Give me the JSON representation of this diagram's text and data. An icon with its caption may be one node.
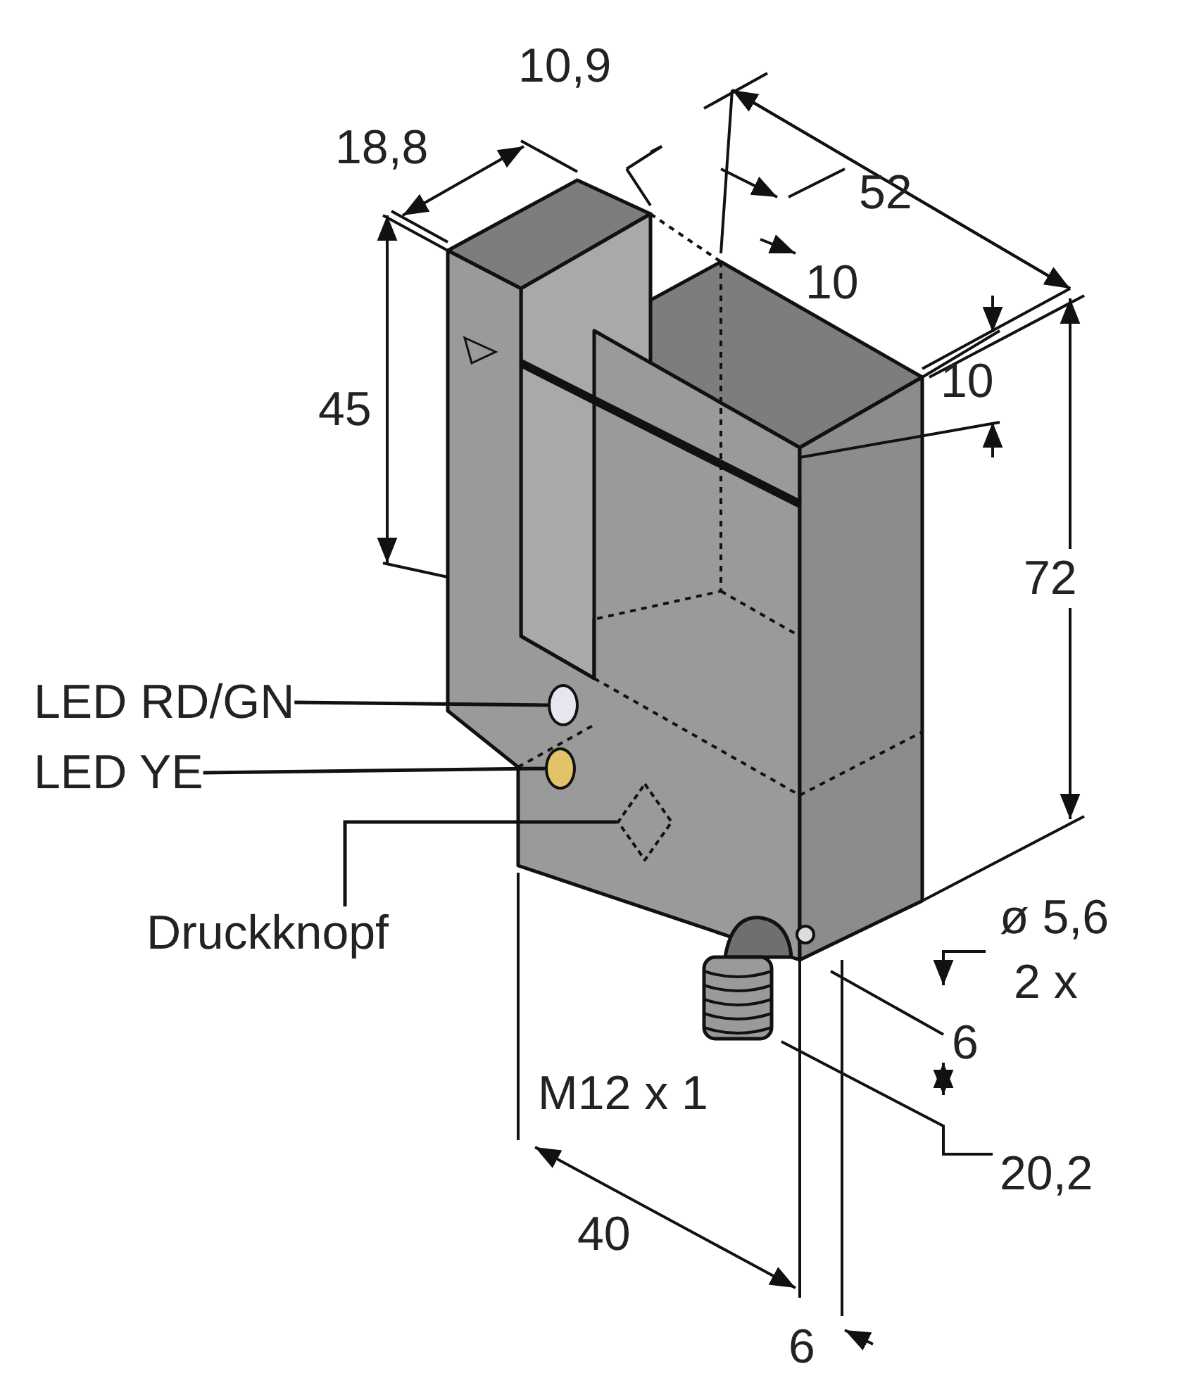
{
  "diagram": {
    "nodes": [
      {
        "text": [
          "LED RD/GN"
        ]
      },
      {
        "text": [],
        "shape": "circle"
      },
      {
        "text": [
          "LED YE"
        ]
      },
      {
        "text": [],
        "shape": "circle"
      },
      {
        "text": [
          "Druckknopf"
        ]
      },
      {
        "text": [],
        "shape": "diamond"
      }
    ],
    "edges": [
      {
        "from": 0,
        "to": 1,
        "arrow": "none"
      },
      {
        "from": 2,
        "to": 3,
        "arrow": "none"
      },
      {
        "from": 4,
        "to": 5,
        "arrow": "none"
      }
    ],
    "labels": [
      "10,9",
      "18,8",
      "52",
      "10",
      "45",
      "10",
      "72",
      "ø 5,6",
      "2 x",
      "6",
      "M12 x 1",
      "20,2",
      "40",
      "6"
    ]
  }
}
